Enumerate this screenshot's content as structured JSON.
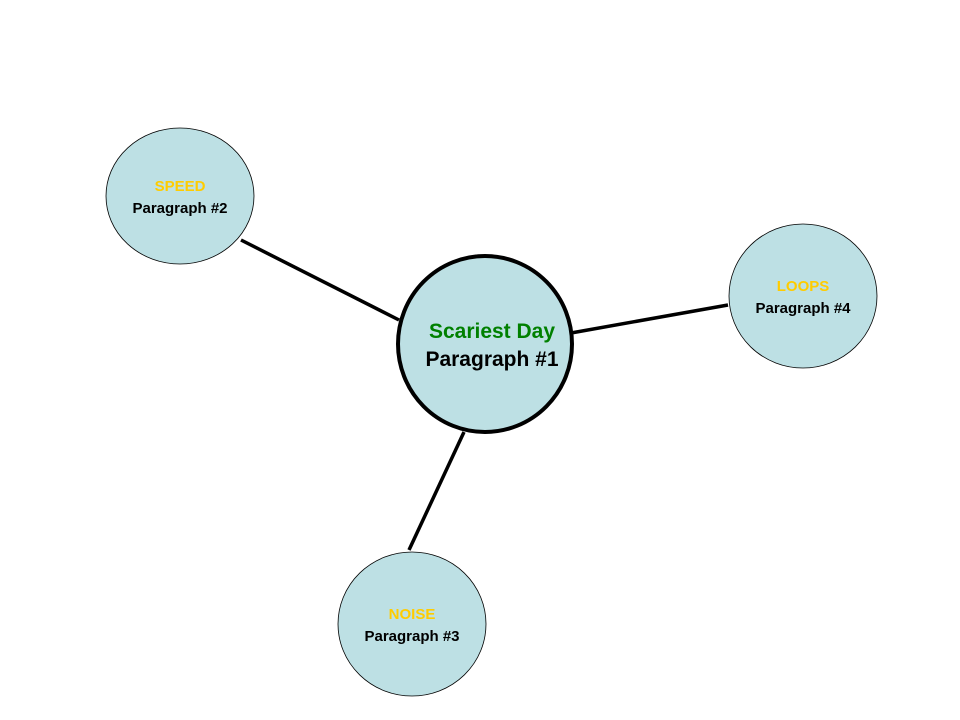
{
  "colors": {
    "node_fill": "#bde0e4",
    "center_title": "#008000",
    "branch_title": "#ffcc00",
    "text": "#000000"
  },
  "center": {
    "title": "Scariest Day",
    "subtitle": "Paragraph #1"
  },
  "branches": [
    {
      "id": "speed",
      "title": "SPEED",
      "subtitle": "Paragraph #2"
    },
    {
      "id": "noise",
      "title": "NOISE",
      "subtitle": "Paragraph #3"
    },
    {
      "id": "loops",
      "title": "LOOPS",
      "subtitle": "Paragraph #4"
    }
  ]
}
